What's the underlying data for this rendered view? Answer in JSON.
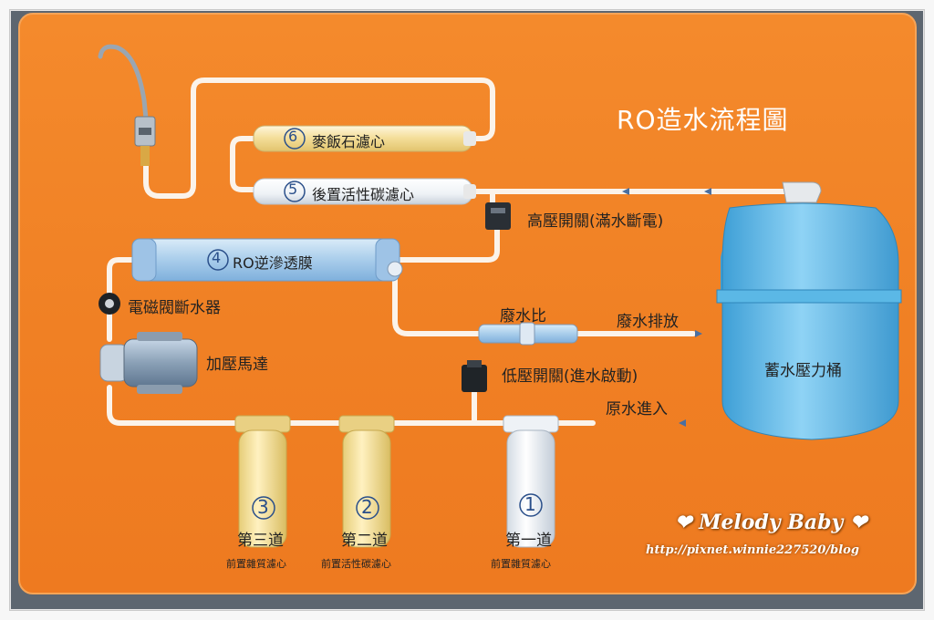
{
  "title": "RO造水流程圖",
  "filters": {
    "f6": {
      "num": "6",
      "label": "麥飯石濾心"
    },
    "f5": {
      "num": "5",
      "label": "後置活性碳濾心"
    },
    "f4": {
      "num": "4",
      "label": "RO逆滲透膜"
    }
  },
  "stages": [
    {
      "num": "3",
      "name": "第三道",
      "desc": "前置雜質濾心"
    },
    {
      "num": "2",
      "name": "第二道",
      "desc": "前置活性碳濾心"
    },
    {
      "num": "1",
      "name": "第一道",
      "desc": "前置雜質濾心"
    }
  ],
  "labels": {
    "high_switch": "高壓開關(滿水斷電)",
    "solenoid": "電磁閥斷水器",
    "waste_ratio": "廢水比",
    "waste_out": "廢水排放",
    "pump": "加壓馬達",
    "low_switch": "低壓開關(進水啟動)",
    "raw_in": "原水進入",
    "tank": "蓄水壓力桶"
  },
  "watermark": {
    "name": "❤ Melody Baby ❤",
    "url": "http://pixnet.winnie227520/blog"
  },
  "colors": {
    "panel": "#f08024",
    "pipe": "#fbf3ea",
    "tank": "#5ab6e6",
    "filter_blue": "#a9cdeb",
    "filter_yellow": "#f3dd97"
  },
  "icons": [
    "faucet-icon",
    "switch-icon",
    "valve-icon",
    "pump-icon",
    "tank-icon"
  ]
}
